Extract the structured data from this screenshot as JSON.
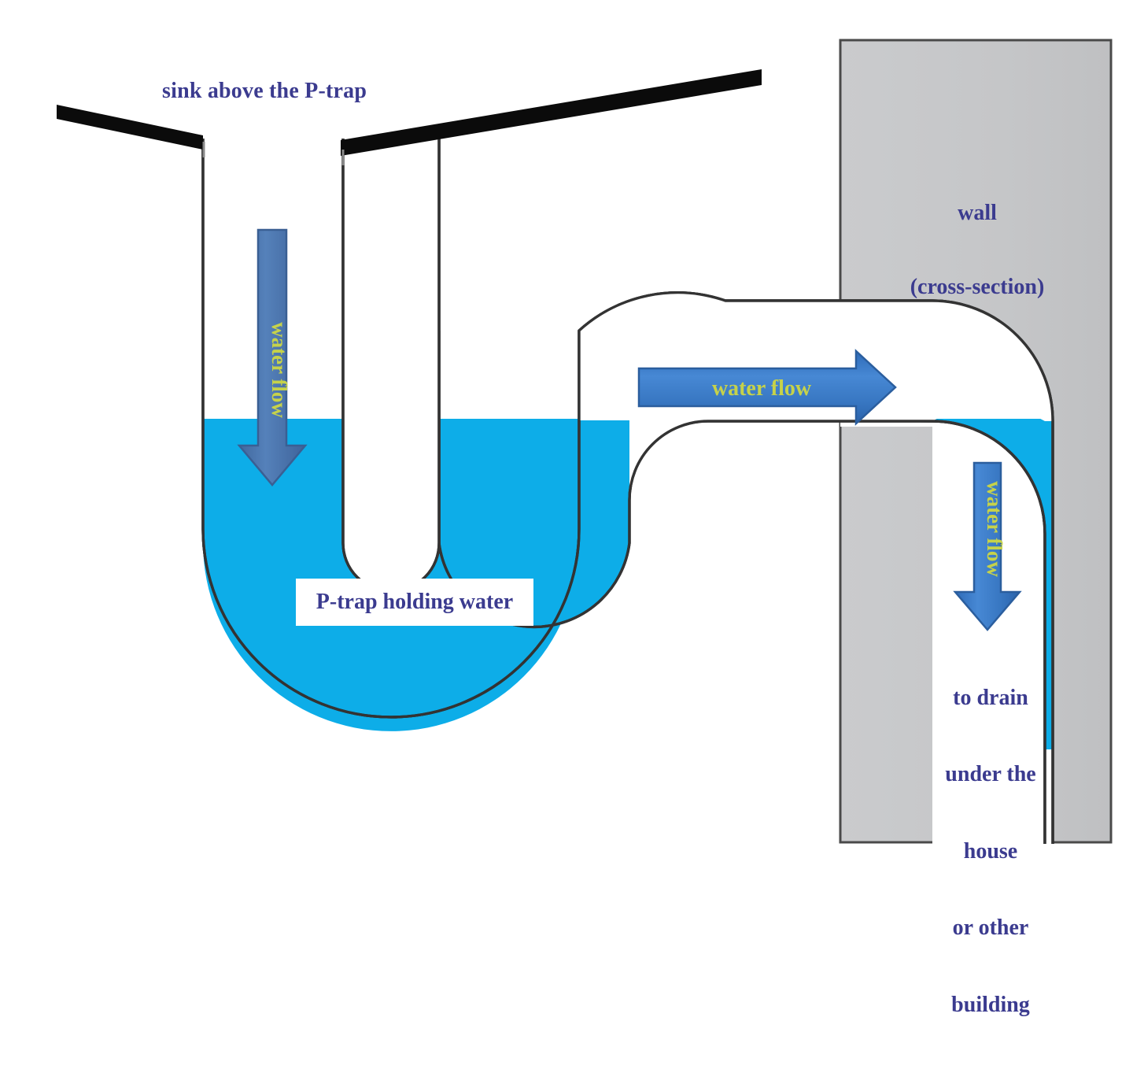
{
  "diagram": {
    "title": "P-trap plumbing cross-section",
    "background": "#FFFFFF"
  },
  "labels": {
    "sink": "sink above the P-trap",
    "wall_line1": "wall",
    "wall_line2": "(cross-section)",
    "ptrap": "P-trap holding water",
    "drain_line1": "to drain",
    "drain_line2": "under the",
    "drain_line3": "house",
    "drain_line4": "or other",
    "drain_line5": "building"
  },
  "arrows": [
    {
      "id": "arrow-down-left",
      "label": "water flow",
      "direction": "down",
      "fill": "#4A74AE",
      "text_color": "#C6D24A"
    },
    {
      "id": "arrow-right",
      "label": "water flow",
      "direction": "right",
      "fill": "#3C7CC4",
      "text_color": "#C6D24A"
    },
    {
      "id": "arrow-down-right",
      "label": "water flow",
      "direction": "down",
      "fill": "#3C7CC4",
      "text_color": "#C6D24A"
    }
  ],
  "colors": {
    "water": "#0DADE8",
    "wall_fill": "#C6C7C9",
    "wall_stroke": "#4A4A4A",
    "pipe_stroke": "#333333",
    "sink_lip": "#0B0B0B",
    "label_text": "#3B3B8F",
    "arrow_text": "#C6D24A"
  },
  "icons": {
    "arrow_down": "arrow-down-icon",
    "arrow_right": "arrow-right-icon"
  }
}
